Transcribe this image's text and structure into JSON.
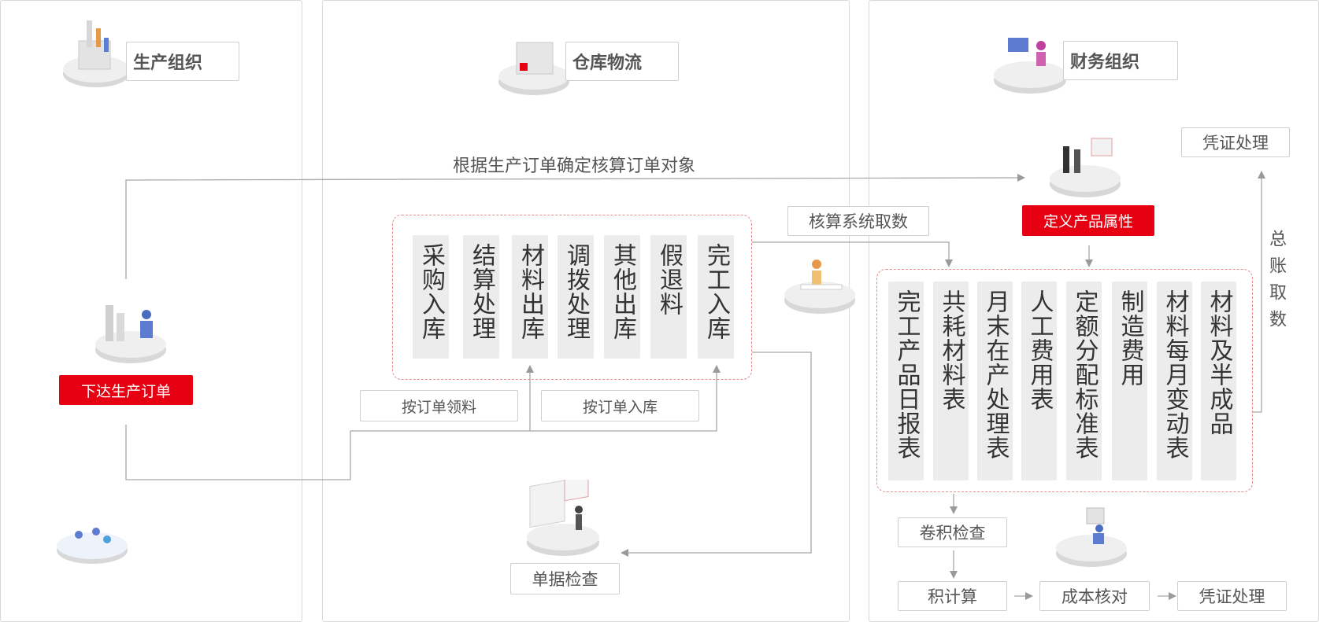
{
  "production": {
    "title": "生产组织",
    "issue_order_button": "下达生产订单"
  },
  "warehouse": {
    "title": "仓库物流",
    "operations": [
      "采购入库",
      "结算处理",
      "材料出库",
      "调拨处理",
      "其他出库",
      "假退料",
      "完工入库"
    ],
    "by_order_picking": "按订单领料",
    "by_order_receiving": "按订单入库",
    "document_check": "单据检查"
  },
  "finance": {
    "title": "财务组织",
    "define_product_button": "定义产品属性",
    "voucher_processing_top": "凭证处理",
    "gl_fetch": "总账取数",
    "reports": [
      "完工产品日报表",
      "共耗材料表",
      "月末在产处理表",
      "人工费用表",
      "定额分配标准表",
      "制造费用",
      "材料每月变动表",
      "材料及半成品"
    ],
    "volume_check": "卷积检查",
    "calc": "积计算",
    "cost_check": "成本核对",
    "voucher_processing_bottom": "凭证处理"
  },
  "flow": {
    "order_object_text": "根据生产订单确定核算订单对象",
    "system_fetch": "核算系统取数"
  },
  "colors": {
    "accent_red": "#e60012",
    "dashed_border": "#e88a8a",
    "line_gray": "#a8a8a8"
  }
}
